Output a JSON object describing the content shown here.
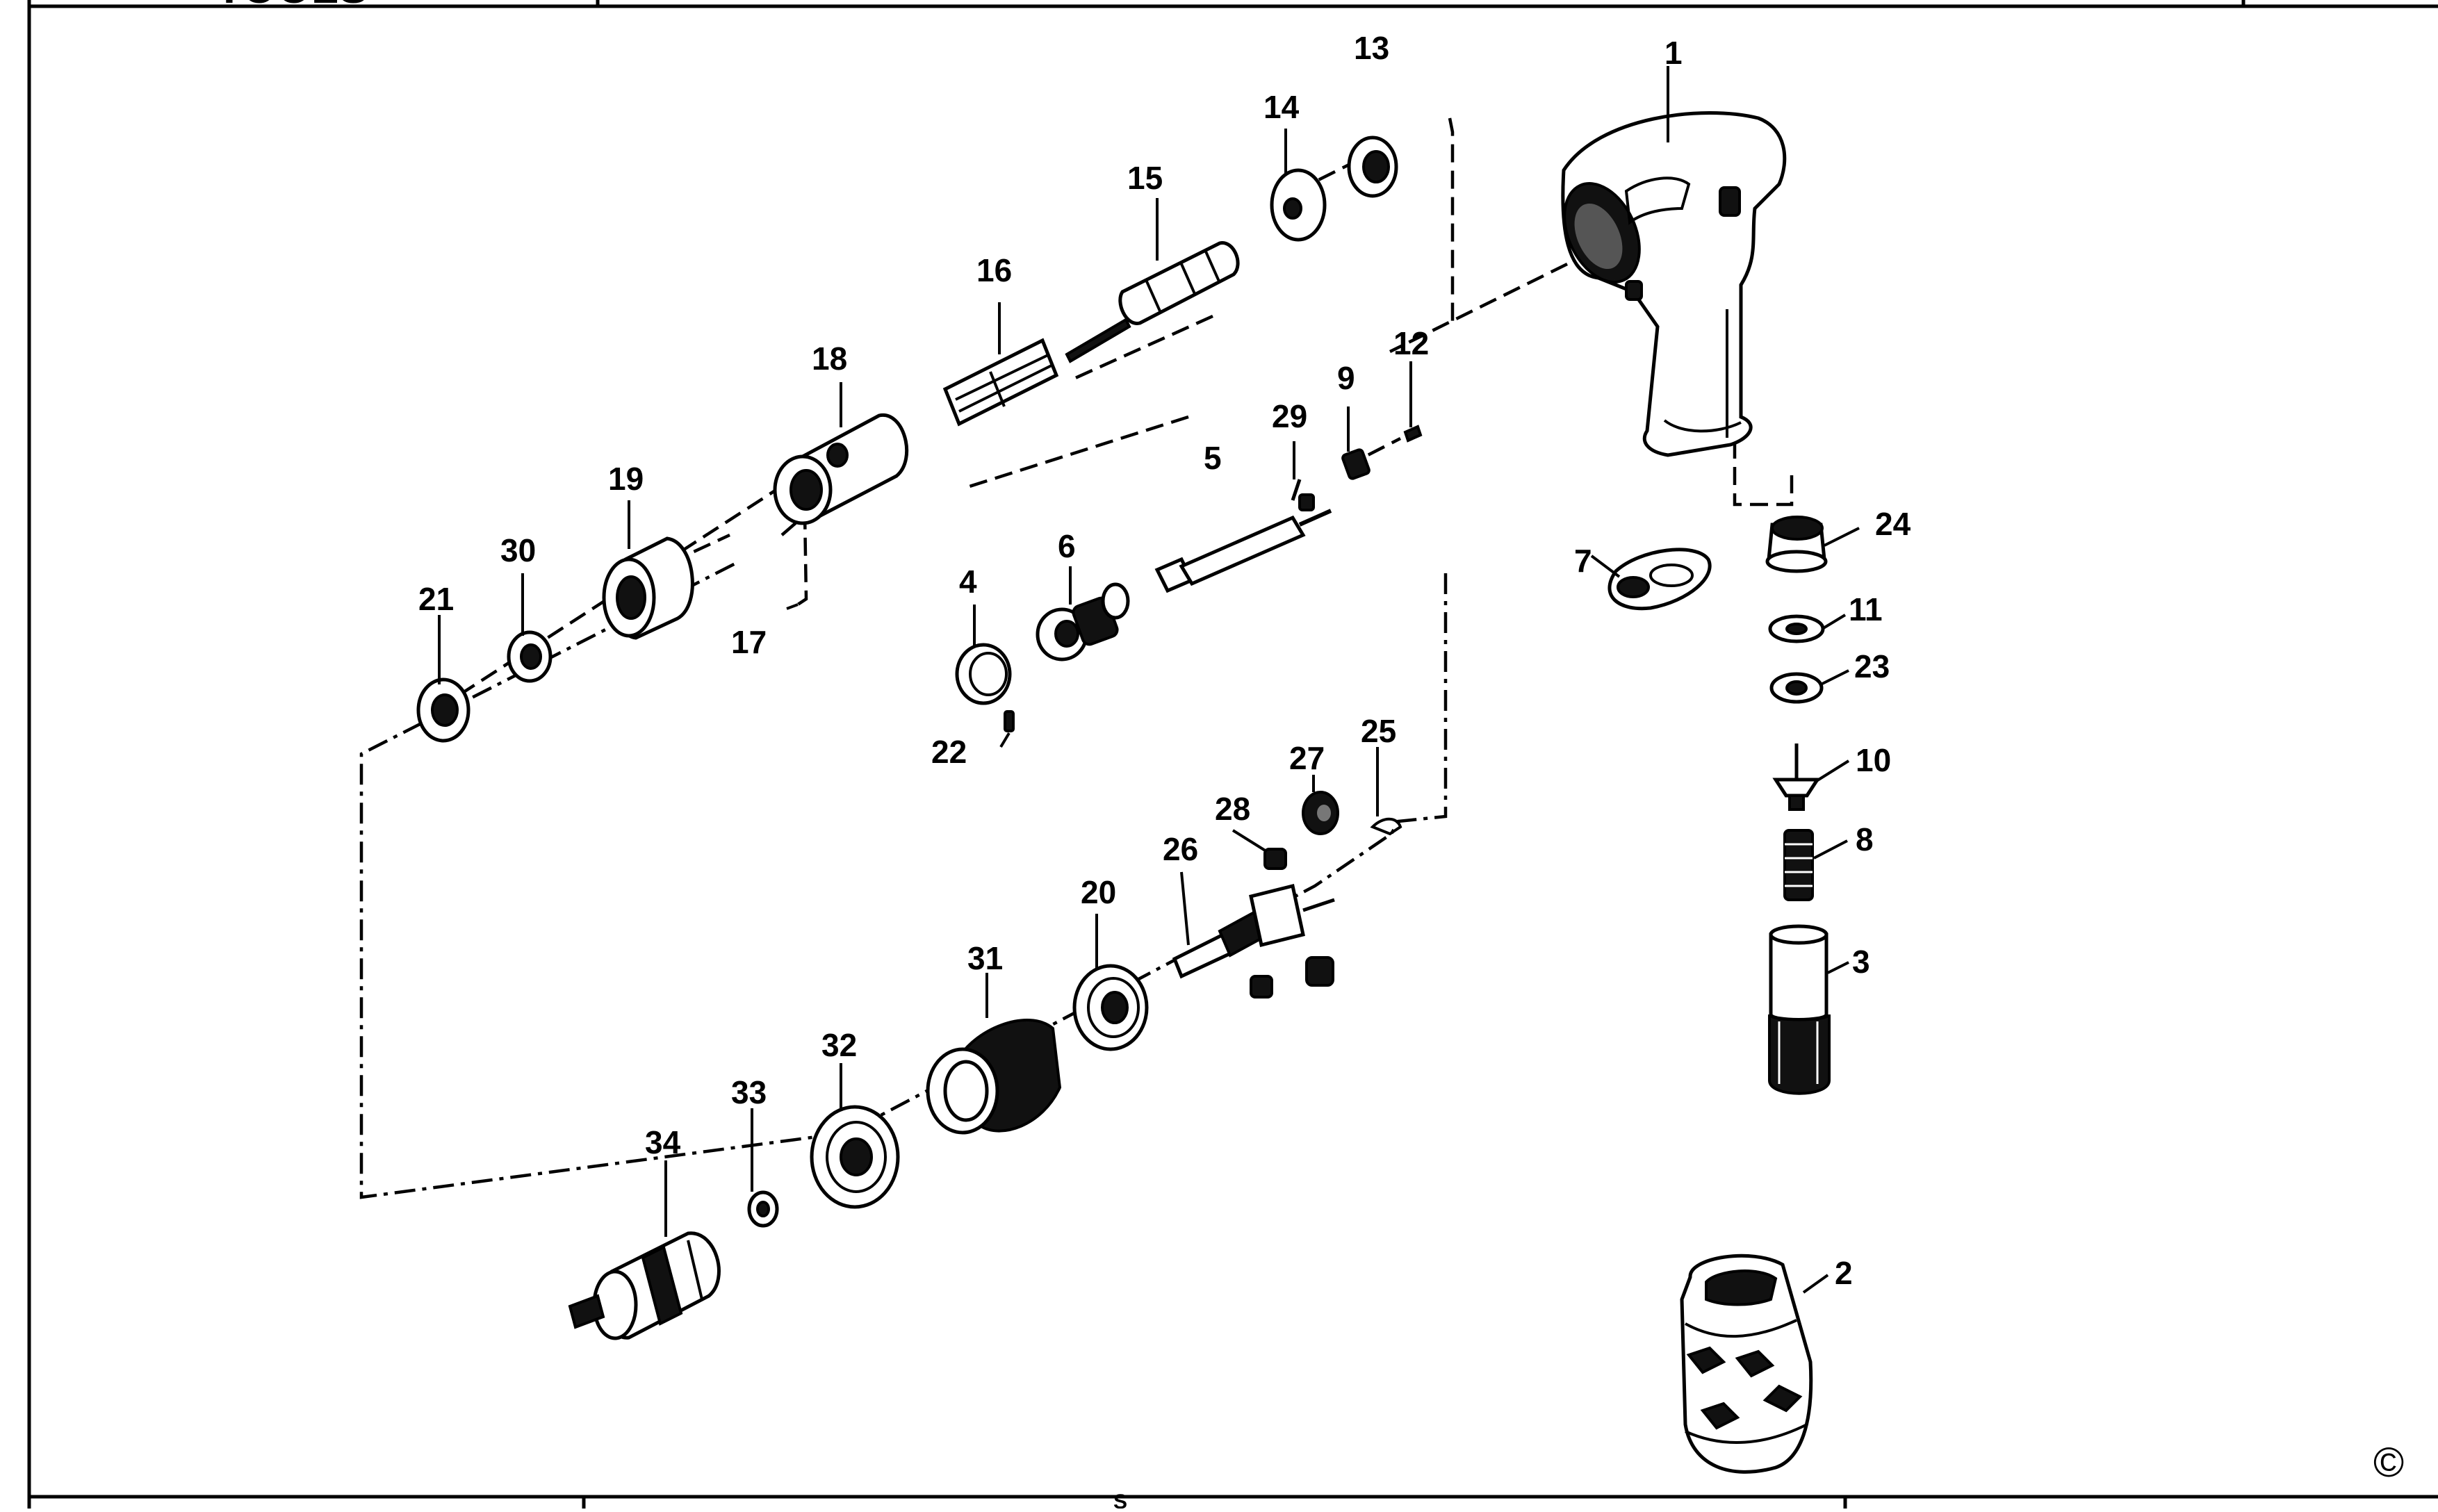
{
  "header": {
    "brand_fragment": "TOOLS"
  },
  "footer": {
    "center_fragment": "S"
  },
  "copyright_symbol": "©",
  "parts": [
    {
      "id": "part-1",
      "label": "1"
    },
    {
      "id": "part-2",
      "label": "2"
    },
    {
      "id": "part-3",
      "label": "3"
    },
    {
      "id": "part-4",
      "label": "4"
    },
    {
      "id": "part-5",
      "label": "5"
    },
    {
      "id": "part-6",
      "label": "6"
    },
    {
      "id": "part-7",
      "label": "7"
    },
    {
      "id": "part-8",
      "label": "8"
    },
    {
      "id": "part-9",
      "label": "9"
    },
    {
      "id": "part-10",
      "label": "10"
    },
    {
      "id": "part-11",
      "label": "11"
    },
    {
      "id": "part-12",
      "label": "12"
    },
    {
      "id": "part-13",
      "label": "13"
    },
    {
      "id": "part-14",
      "label": "14"
    },
    {
      "id": "part-15",
      "label": "15"
    },
    {
      "id": "part-16",
      "label": "16"
    },
    {
      "id": "part-17",
      "label": "17"
    },
    {
      "id": "part-18",
      "label": "18"
    },
    {
      "id": "part-19",
      "label": "19"
    },
    {
      "id": "part-20",
      "label": "20"
    },
    {
      "id": "part-21",
      "label": "21"
    },
    {
      "id": "part-22",
      "label": "22"
    },
    {
      "id": "part-23",
      "label": "23"
    },
    {
      "id": "part-24",
      "label": "24"
    },
    {
      "id": "part-25",
      "label": "25"
    },
    {
      "id": "part-26",
      "label": "26"
    },
    {
      "id": "part-27",
      "label": "27"
    },
    {
      "id": "part-28",
      "label": "28"
    },
    {
      "id": "part-29",
      "label": "29"
    },
    {
      "id": "part-30",
      "label": "30"
    },
    {
      "id": "part-31",
      "label": "31"
    },
    {
      "id": "part-32",
      "label": "32"
    },
    {
      "id": "part-33",
      "label": "33"
    },
    {
      "id": "part-34",
      "label": "34"
    }
  ]
}
